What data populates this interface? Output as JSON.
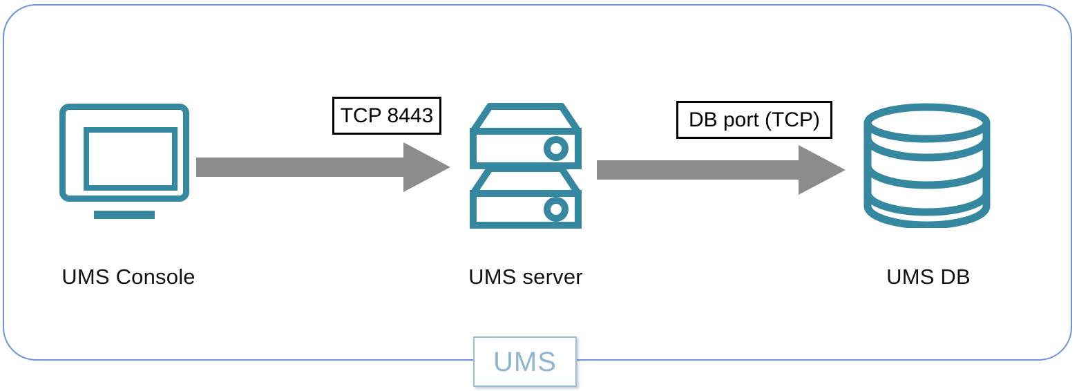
{
  "diagram": {
    "type": "network-architecture-flow",
    "border_color": "#6d94d8",
    "accent_color": "#35889f",
    "arrow_color": "#8c8c8c",
    "nodes": [
      {
        "id": "ums-console",
        "icon": "monitor-icon",
        "caption": "UMS Console"
      },
      {
        "id": "ums-server",
        "icon": "server-rack-icon",
        "caption": "UMS server"
      },
      {
        "id": "ums-db",
        "icon": "database-cylinder-icon",
        "caption": "UMS DB"
      }
    ],
    "connections": [
      {
        "id": "console-to-server",
        "from": "ums-console",
        "to": "ums-server",
        "label": "TCP 8443",
        "direction": "right"
      },
      {
        "id": "server-to-db",
        "from": "ums-server",
        "to": "ums-db",
        "label": "DB port (TCP)",
        "direction": "right"
      }
    ],
    "badge": {
      "label": "UMS",
      "border_color": "#9dbdd4",
      "text_color": "#8fb6cf"
    }
  }
}
